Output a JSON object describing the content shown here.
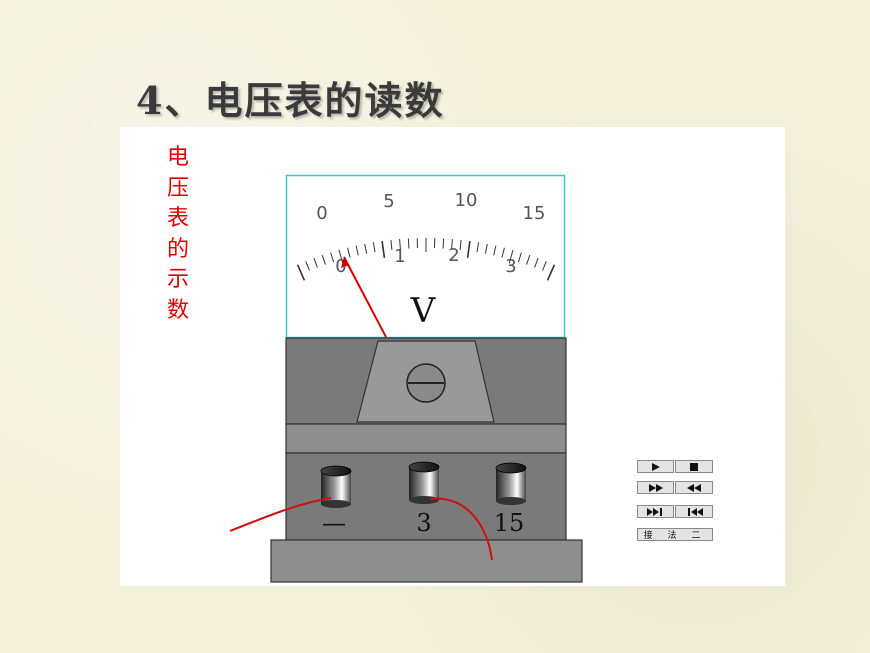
{
  "slide": {
    "title": "4、电压表的读数"
  },
  "side_label": "电压表的示数",
  "meter": {
    "upper_scale": [
      "0",
      "5",
      "10",
      "15"
    ],
    "lower_scale": [
      "0",
      "1",
      "2",
      "3"
    ],
    "unit_symbol": "V",
    "terminals": [
      "—",
      "3",
      "15"
    ],
    "face_color": "#ffffff",
    "face_border_color": "#3cc8c8",
    "body_color": "#7a7a7a",
    "needle_color": "#d40000",
    "wire_color": "#cc1111",
    "needle_reading": 0
  },
  "controls": {
    "play_icon": "play-icon",
    "stop_icon": "stop-icon",
    "fast_forward_icon": "fast-forward-icon",
    "rewind_icon": "rewind-icon",
    "skip_end_icon": "skip-to-end-icon",
    "skip_start_icon": "skip-to-start-icon",
    "method_label": "接 法 二"
  }
}
